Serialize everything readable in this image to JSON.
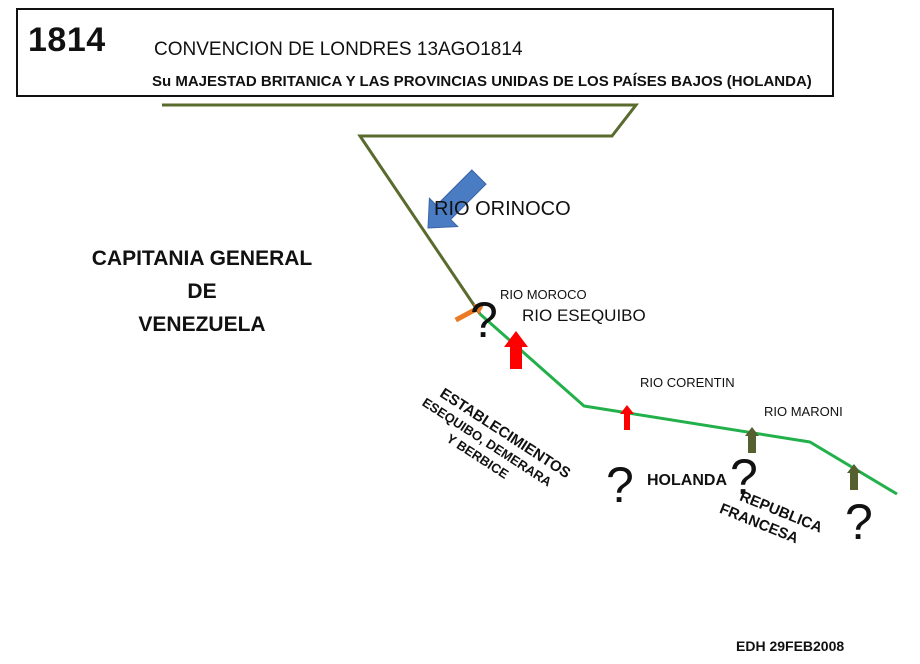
{
  "header": {
    "year": "1814",
    "title": "CONVENCION DE LONDRES 13AGO1814",
    "subtitle": "Su MAJESTAD BRITANICA Y LAS PROVINCIAS UNIDAS DE LOS PAÍSES BAJOS (HOLANDA)"
  },
  "labels": {
    "rio_orinoco": "RIO ORINOCO",
    "capitania": [
      "CAPITANIA GENERAL",
      "DE",
      "VENEZUELA"
    ],
    "rio_moroco": "RIO MOROCO",
    "rio_esequibo": "RIO ESEQUIBO",
    "rio_corentin": "RIO CORENTIN",
    "rio_maroni": "RIO MARONI",
    "holanda": "HOLANDA",
    "establecimientos": [
      "ESTABLECIMIENTOS",
      "ESEQUIBO, DEMERARA",
      "Y BERBICE"
    ],
    "republica_francesa": [
      "REPUBLICA",
      "FRANCESA"
    ],
    "question_mark": "?"
  },
  "footer": {
    "signature": "EDH 29FEB2008"
  },
  "colors": {
    "boundary_olive": "#5a6b2e",
    "boundary_green": "#22b04a",
    "arrow_blue": "#4a7cc4",
    "arrow_orange": "#ec7a24",
    "arrow_red": "#ff0000",
    "arrow_olive": "#556030"
  }
}
